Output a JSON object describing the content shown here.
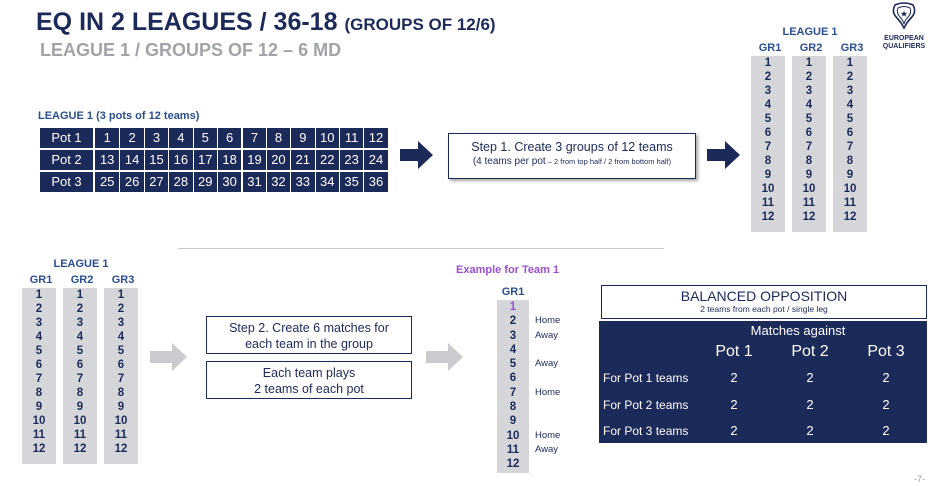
{
  "header": {
    "title": "EQ IN 2 LEAGUES / 36-18",
    "title_suffix": "(GROUPS OF 12/6)",
    "subtitle": "LEAGUE 1 / GROUPS OF 12 – 6 MD"
  },
  "logo": {
    "line1": "EUROPEAN",
    "line2": "QUALIFIERS",
    "icon": "trophy-icon"
  },
  "pots_section": {
    "title": "LEAGUE 1 (3 pots of 12 teams)",
    "pots": [
      {
        "label": "Pot 1",
        "teams": [
          "1",
          "2",
          "3",
          "4",
          "5",
          "6",
          "7",
          "8",
          "9",
          "10",
          "11",
          "12"
        ]
      },
      {
        "label": "Pot 2",
        "teams": [
          "13",
          "14",
          "15",
          "16",
          "17",
          "18",
          "19",
          "20",
          "21",
          "22",
          "23",
          "24"
        ]
      },
      {
        "label": "Pot 3",
        "teams": [
          "25",
          "26",
          "27",
          "28",
          "29",
          "30",
          "31",
          "32",
          "33",
          "34",
          "35",
          "36"
        ]
      }
    ]
  },
  "step1": {
    "line1": "Step 1. Create 3 groups of 12 teams",
    "line2_main": "(4 teams per pot",
    "line2_small": " – 2 from top half / 2 from bottom half)"
  },
  "groups_top": {
    "title": "LEAGUE 1",
    "columns": [
      "GR1",
      "GR2",
      "GR3"
    ],
    "numbers": [
      "1",
      "2",
      "3",
      "4",
      "5",
      "6",
      "7",
      "8",
      "9",
      "10",
      "11",
      "12"
    ]
  },
  "groups_bottom": {
    "title": "LEAGUE 1",
    "columns": [
      "GR1",
      "GR2",
      "GR3"
    ],
    "numbers": [
      "1",
      "2",
      "3",
      "4",
      "5",
      "6",
      "7",
      "8",
      "9",
      "10",
      "11",
      "12"
    ]
  },
  "step2": {
    "line1": "Step 2. Create 6 matches for",
    "line2": "each team in the group"
  },
  "step3": {
    "line1": "Each team plays",
    "line2": "2 teams of each pot"
  },
  "example": {
    "title": "Example for Team 1",
    "column": "GR1",
    "numbers": [
      "1",
      "2",
      "3",
      "4",
      "5",
      "6",
      "7",
      "8",
      "9",
      "10",
      "11",
      "12"
    ],
    "highlight_color": "#9b4fd1",
    "venues": [
      {
        "team": "2",
        "label": "Home"
      },
      {
        "team": "3",
        "label": "Away"
      },
      {
        "team": "5",
        "label": "Away"
      },
      {
        "team": "7",
        "label": "Home"
      },
      {
        "team": "10",
        "label": "Home"
      },
      {
        "team": "11",
        "label": "Away"
      }
    ]
  },
  "balanced": {
    "title": "BALANCED OPPOSITION",
    "subtitle": "2 teams from each pot / single leg",
    "matches_against": "Matches against",
    "columns": [
      "Pot 1",
      "Pot 2",
      "Pot 3"
    ],
    "rows": [
      {
        "label": "For Pot 1 teams",
        "values": [
          "2",
          "2",
          "2"
        ]
      },
      {
        "label": "For Pot 2 teams",
        "values": [
          "2",
          "2",
          "2"
        ]
      },
      {
        "label": "For Pot 3 teams",
        "values": [
          "2",
          "2",
          "2"
        ]
      }
    ]
  },
  "page_number": "-7-",
  "colors": {
    "navy": "#1c2a5a",
    "grey_column": "#d4d6da",
    "accent_purple": "#9b4fd1",
    "link_blue": "#2a4e8f"
  }
}
